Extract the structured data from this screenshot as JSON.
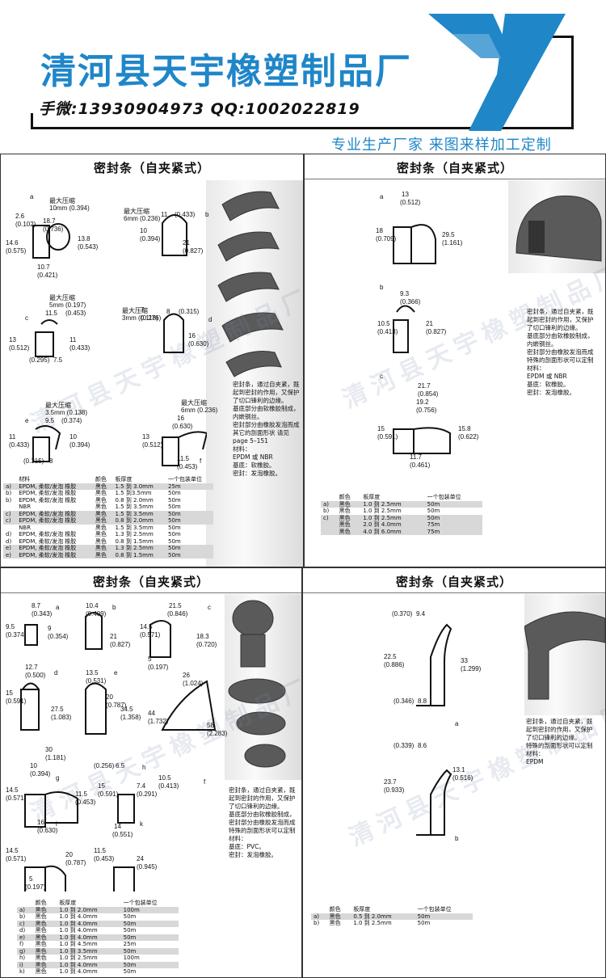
{
  "header": {
    "company": "清河县天宇橡塑制品厂",
    "contact": "手微:13930904973   QQ:1002022819",
    "slogan": "专业生产厂家  来图来样加工定制",
    "logo": "TY-logo-icon",
    "brand_color": "#1f86c8"
  },
  "watermark": "清河县天宇橡塑制品厂",
  "panels": [
    {
      "title": "密封条（自夹紧式）",
      "dims": [
        "最大压缩",
        "10mm (0.394)",
        "2.6",
        "(0.102)",
        "18.7",
        "(0.736)",
        "14.6",
        "(0.575)",
        "13.8",
        "(0.543)",
        "10.7",
        "(0.421)",
        "最大压缩",
        "5mm (0.197)",
        "11.5",
        "(0.453)",
        "13",
        "(0.512)",
        "11",
        "(0.433)",
        "(0.295)",
        "7.5",
        "最大压缩",
        "3.5mm (0.138)",
        "9.5",
        "(0.374)",
        "11",
        "(0.433)",
        "10",
        "(0.394)",
        "(0.315)",
        "8",
        "最大压缩",
        "6mm (0.236)",
        "11",
        "(0.433)",
        "10",
        "(0.394)",
        "21",
        "(0.827)",
        "最大压缩",
        "3mm (0.118)",
        "7",
        "(0.276)",
        "8",
        "(0.315)",
        "16",
        "(0.630)",
        "最大压缩",
        "6mm (0.236)",
        "16",
        "(0.630)",
        "13",
        "(0.512)",
        "11.5",
        "(0.453)"
      ],
      "labels": [
        "a",
        "b",
        "c",
        "d",
        "e",
        "f"
      ],
      "description": [
        "密封条，通过自夹紧，既",
        "起到密封的作用，又保护",
        "了切口锋利的边缘。",
        "基底部分由软橡胶制成，",
        "内嵌钢丝。",
        "密封部分由橡胶发泡而成",
        "",
        "其它的剖面形状 请见",
        "page 5–151",
        "",
        "材料：",
        "EPDM 或 NBR",
        "基底：软橡胶。",
        "密封：发泡橡胶。"
      ],
      "table": {
        "headers": [
          "材料",
          "颜色",
          "板厚度",
          "一个包装单位"
        ],
        "rows": [
          [
            "a)",
            "EPDM, 柔软/发泡 橡胶",
            "黑色",
            "1.5 到 3.0mm",
            "25m"
          ],
          [
            "b)",
            "EPDM, 柔软/发泡 橡胶",
            "黑色",
            "1.5 到3.5mm",
            "50m"
          ],
          [
            "b)",
            "EPDM, 柔软/发泡 橡胶",
            "黑色",
            "0.8 到 2.0mm",
            "50m"
          ],
          [
            "",
            "NBR",
            "黑色",
            "1.5 到 3.5mm",
            "50m"
          ],
          [
            "c)",
            "EPDM, 柔软/发泡 橡胶",
            "黑色",
            "1.5 到 3.5mm",
            "50m"
          ],
          [
            "c)",
            "EPDM, 柔软/发泡 橡胶",
            "黑色",
            "0.8 到 2.0mm",
            "50m"
          ],
          [
            "",
            "NBR",
            "黑色",
            "1.5 到 3.5mm",
            "50m"
          ],
          [
            "d)",
            "EPDM, 柔软/发泡 橡胶",
            "黑色",
            "1.3 到 2.5mm",
            "50m"
          ],
          [
            "d)",
            "EPDM, 柔软/发泡 橡胶",
            "黑色",
            "0.8 到 1.5mm",
            "50m"
          ],
          [
            "e)",
            "EPDM, 柔软/发泡 橡胶",
            "黑色",
            "1.3 到 2.5mm",
            "50m"
          ],
          [
            "e)",
            "EPDM, 柔软/发泡 橡胶",
            "黑色",
            "0.8 到 1.5mm",
            "50m"
          ]
        ]
      }
    },
    {
      "title": "密封条（自夹紧式）",
      "dims": [
        "13",
        "(0.512)",
        "18",
        "(0.709)",
        "29.5",
        "(1.161)",
        "9.3",
        "(0.366)",
        "10.5",
        "(0.413)",
        "21",
        "(0.827)",
        "21.7",
        "(0.854)",
        "19.2",
        "(0.756)",
        "15",
        "(0.591)",
        "15.8",
        "(0.622)",
        "11.7",
        "(0.461)"
      ],
      "labels": [
        "a",
        "b",
        "c"
      ],
      "description": [
        "密封条，通过自夹紧，既",
        "起到密封的作用，又保护",
        "了切口锋利的边缘。",
        "基底部分由软橡胶制成，",
        "内嵌钢丝。",
        "密封部分由橡胶发泡而成",
        "",
        "特殊的剖面形状可以定制",
        "",
        "材料：",
        "EPDM 或 NBR",
        "基底：软橡胶。",
        "密封：发泡橡胶。"
      ],
      "table": {
        "headers": [
          "颜色",
          "板厚度",
          "一个包装单位"
        ],
        "rows": [
          [
            "a)",
            "黑色",
            "1.0 到 2.5mm",
            "50m"
          ],
          [
            "b)",
            "黑色",
            "1.0 到 2.5mm",
            "50m"
          ],
          [
            "c)",
            "黑色",
            "1.0 到 2.5mm",
            "50m"
          ],
          [
            "",
            "黑色",
            "2.0 到 4.0mm",
            "75m"
          ],
          [
            "",
            "黑色",
            "4.0 到 6.0mm",
            "75m"
          ]
        ]
      }
    },
    {
      "title": "密封条（自夹紧式）",
      "dims": [
        "8.7",
        "(0.343)",
        "9.5",
        "(0.374)",
        "9",
        "(0.354)",
        "10.4",
        "(0.409)",
        "21",
        "(0.827)",
        "21.5",
        "(0.846)",
        "14.5",
        "(0.571)",
        "18.3",
        "(0.720)",
        "5",
        "(0.197)",
        "12.7",
        "(0.500)",
        "15",
        "(0.591)",
        "27.5",
        "(1.083)",
        "13.5",
        "(0.531)",
        "20",
        "(0.787)",
        "34.5",
        "(1.358)",
        "26",
        "(1.024)",
        "44",
        "(1.732)",
        "58",
        "(2.283)",
        "10.5",
        "(0.413)",
        "30",
        "(1.181)",
        "10",
        "(0.394)",
        "14.5",
        "(0.571)",
        "11.5",
        "(0.453)",
        "(0.256)",
        "6.5",
        "15",
        "(0.591)",
        "7.4",
        "(0.291)",
        "16",
        "(0.630)",
        "14",
        "(0.551)",
        "14.5",
        "(0.571)",
        "20",
        "(0.787)",
        "11.5",
        "(0.453)",
        "24",
        "(0.945)",
        "5",
        "(0.197)"
      ],
      "labels": [
        "a",
        "b",
        "c",
        "d",
        "e",
        "f",
        "g",
        "h",
        "i",
        "k"
      ],
      "description": [
        "密封条，通过自夹紧，既",
        "起到密封的作用，又保护",
        "了切口锋利的边缘。",
        "基底部分由软橡胶制成，",
        "密封部分由橡胶发泡而成",
        "",
        "特殊的剖面形状可以定制",
        "",
        "材料：",
        "基底：PVC。",
        "密封：发泡橡胶。"
      ],
      "table": {
        "headers": [
          "颜色",
          "板厚度",
          "一个包装单位"
        ],
        "rows": [
          [
            "a)",
            "黑色",
            "1.0 到 2.0mm",
            "100m"
          ],
          [
            "b)",
            "黑色",
            "1.0 到 4.0mm",
            "50m"
          ],
          [
            "c)",
            "黑色",
            "1.0 到 4.0mm",
            "50m"
          ],
          [
            "d)",
            "黑色",
            "1.0 到 4.0mm",
            "50m"
          ],
          [
            "e)",
            "黑色",
            "1.0 到 4.0mm",
            "50m"
          ],
          [
            "f)",
            "黑色",
            "1.0 到 4.5mm",
            "25m"
          ],
          [
            "g)",
            "黑色",
            "1.0 到 3.5mm",
            "50m"
          ],
          [
            "h)",
            "黑色",
            "1.0 到 2.5mm",
            "100m"
          ],
          [
            "i)",
            "黑色",
            "1.0 到 4.0mm",
            "50m"
          ],
          [
            "k)",
            "黑色",
            "1.0 到 4.0mm",
            "50m"
          ]
        ]
      }
    },
    {
      "title": "密封条（自夹紧式）",
      "dims": [
        "(0.370)",
        "9.4",
        "22.5",
        "(0.886)",
        "33",
        "(1.299)",
        "(0.346)",
        "8.8",
        "(0.339)",
        "8.6",
        "23.7",
        "(0.933)",
        "13.1",
        "(0.516)"
      ],
      "labels": [
        "a",
        "b"
      ],
      "description": [
        "密封条，通过自夹紧，既",
        "起到密封的作用，又保护",
        "了切口锋利的边缘。",
        "",
        "特殊的剖面形状可以定制",
        "",
        "材料：",
        "EPDM"
      ],
      "table": {
        "headers": [
          "颜色",
          "板厚度",
          "一个包装单位"
        ],
        "rows": [
          [
            "a)",
            "黑色",
            "0.5 到 2.0mm",
            "50m"
          ],
          [
            "b)",
            "黑色",
            "1.0 到 2.5mm",
            "50m"
          ]
        ]
      }
    }
  ]
}
